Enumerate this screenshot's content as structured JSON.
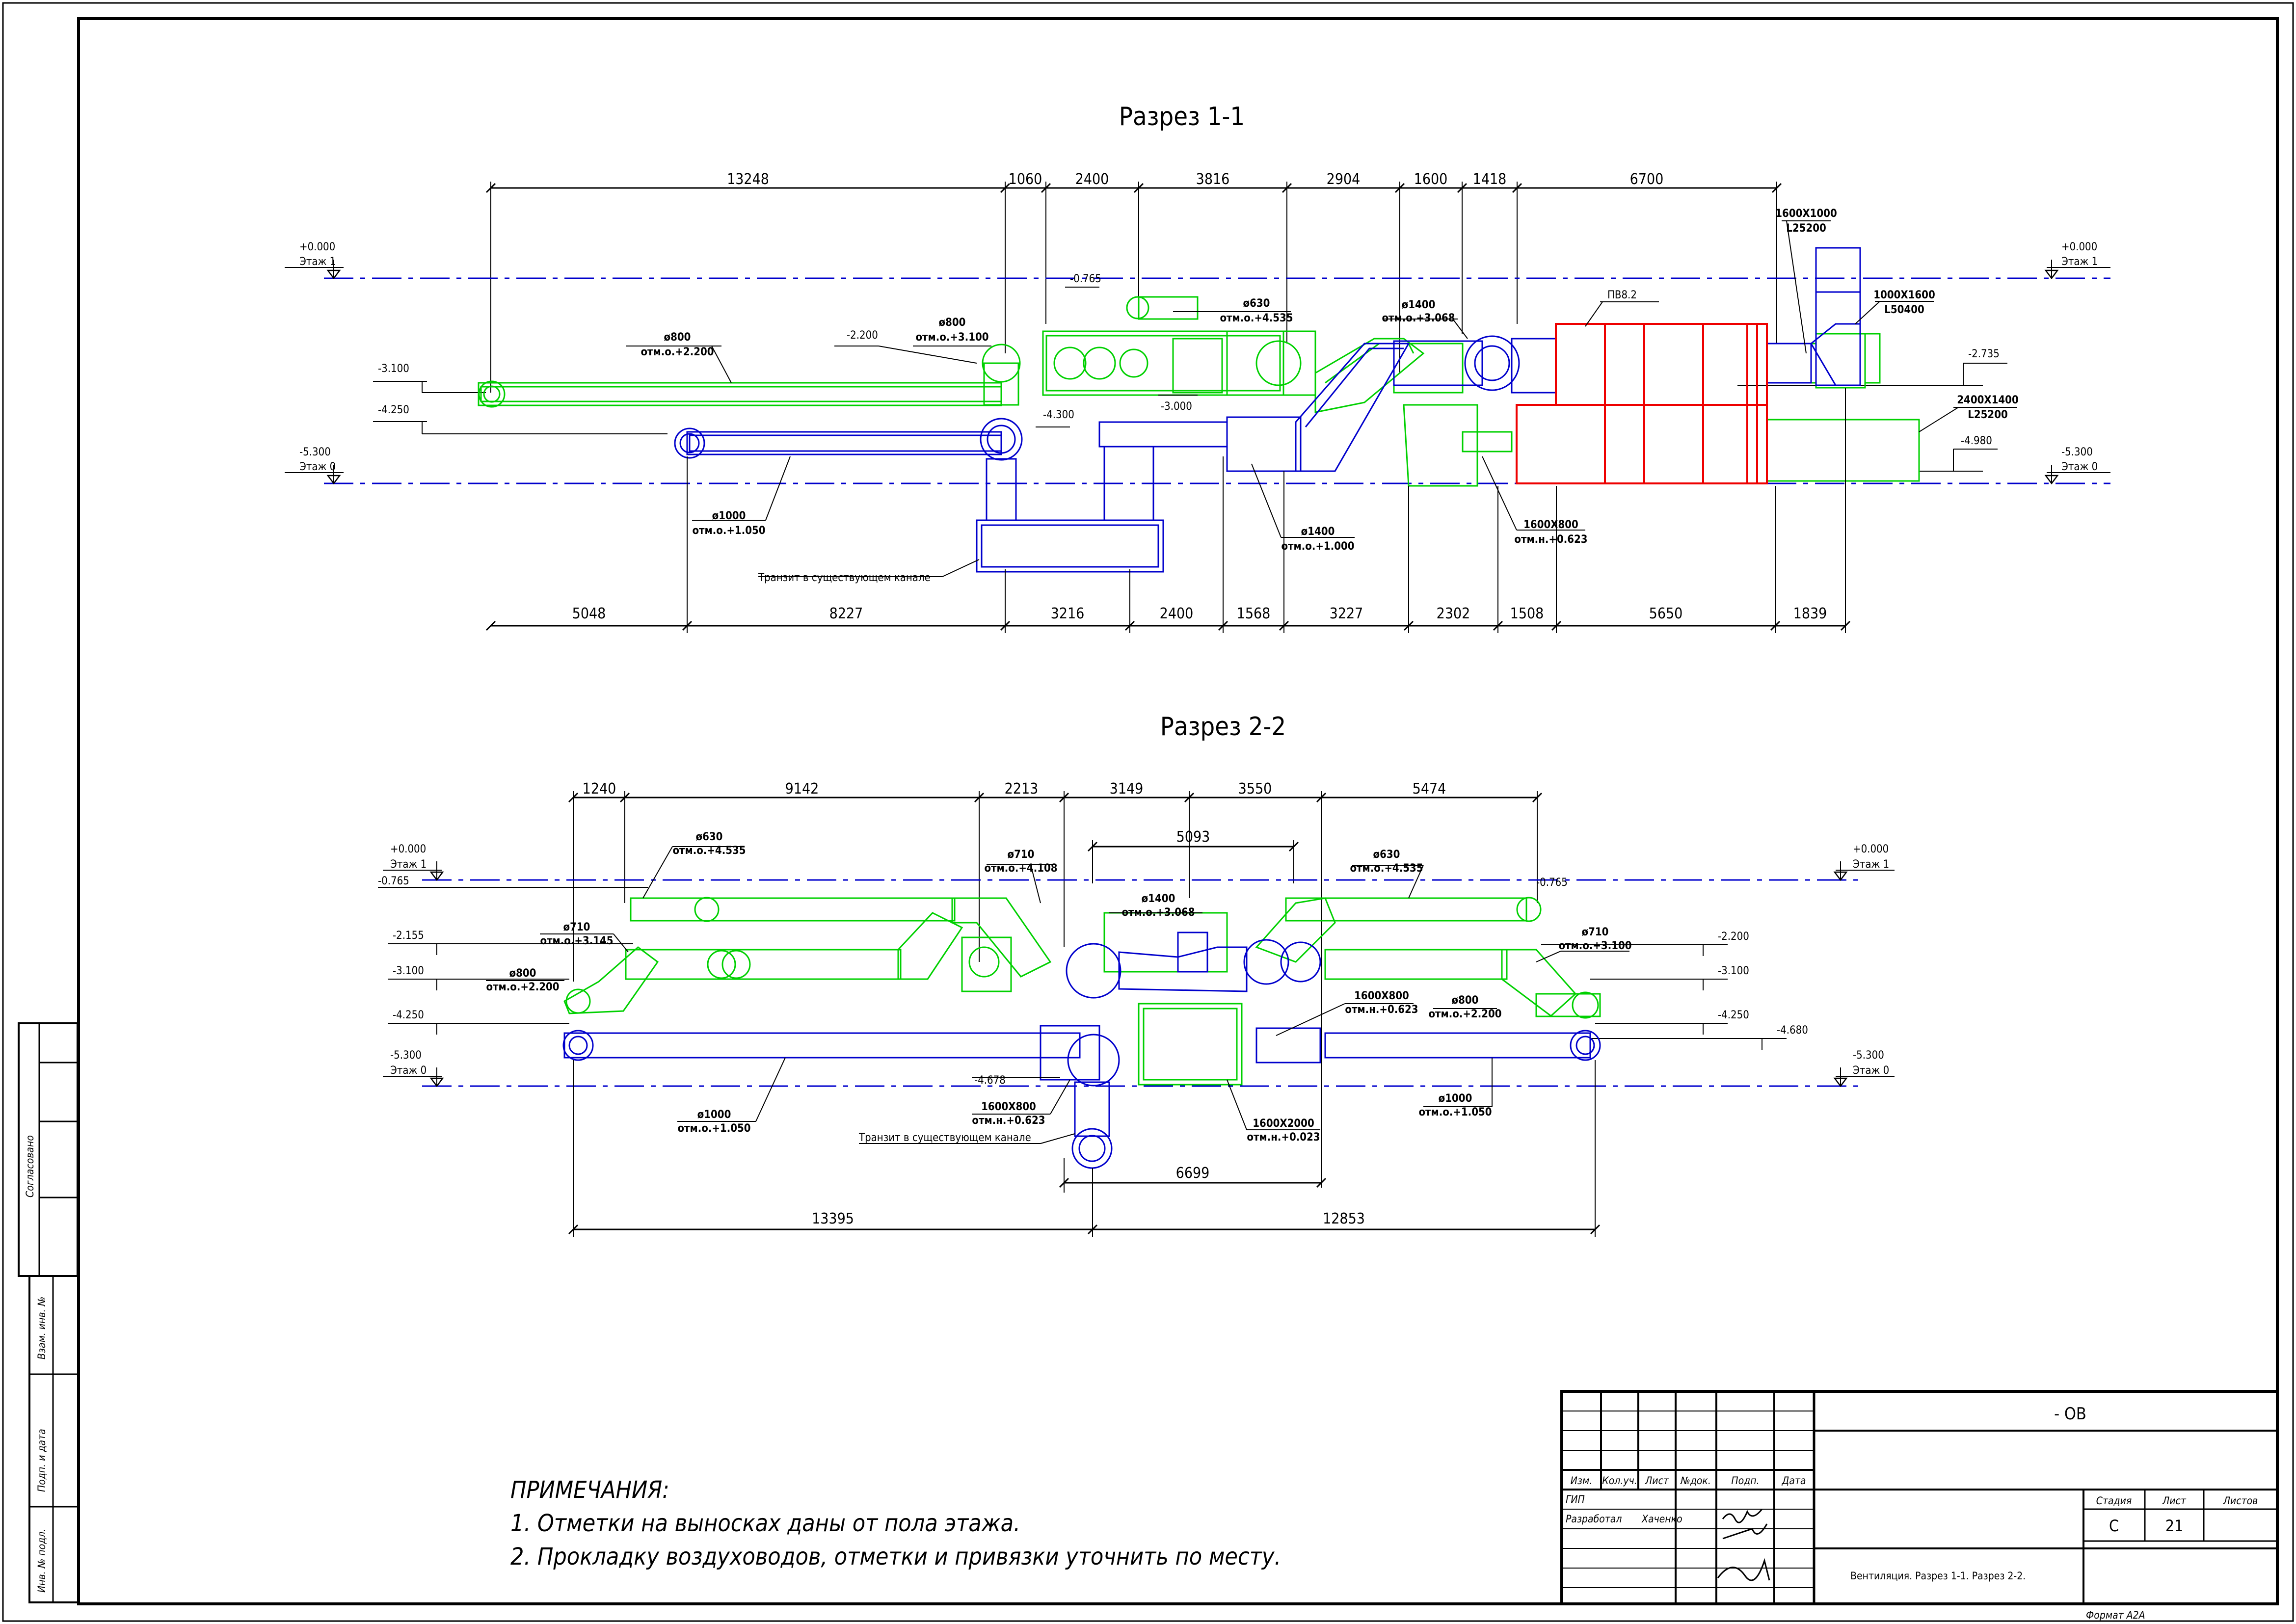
{
  "section1": {
    "title": "Разрез 1-1",
    "dims_top": [
      "13248",
      "1060",
      "2400",
      "3816",
      "2904",
      "1600",
      "1418",
      "6700"
    ],
    "dims_bottom": [
      "5048",
      "8227",
      "3216",
      "2400",
      "1568",
      "3227",
      "2302",
      "1508",
      "5650",
      "1839"
    ],
    "levels": {
      "floor1_mark": "+0.000",
      "floor1_name": "Этаж 1",
      "floor0_mark": "-5.300",
      "floor0_name": "Этаж 0",
      "l_3100": "-3.100",
      "l_4250": "-4.250",
      "l_2200": "-2.200",
      "l_0765": "-0.765",
      "l_3000": "-3.000",
      "l_4300": "-4.300",
      "l_2735": "-2.735",
      "l_4980": "-4.980"
    },
    "callouts": {
      "d800a_1": "ø800",
      "d800a_2": "отм.о.+2.200",
      "d800b_1": "ø800",
      "d800b_2": "отм.о.+3.100",
      "d630_1": "ø630",
      "d630_2": "отм.о.+4.535",
      "d1400a_1": "ø1400",
      "d1400a_2": "отм.о.+3.068",
      "pv": "ПВ8.2",
      "r1600x1000_1": "1600X1000",
      "r1600x1000_2": "L25200",
      "r1000x1600_1": "1000X1600",
      "r1000x1600_2": "L50400",
      "r2400x1400_1": "2400X1400",
      "r2400x1400_2": "L25200",
      "d1000_1": "ø1000",
      "d1000_2": "отм.о.+1.050",
      "d1400b_1": "ø1400",
      "d1400b_2": "отм.о.+1.000",
      "r1600x800_1": "1600X800",
      "r1600x800_2": "отм.н.+0.623",
      "transit": "Транзит в существующем канале"
    }
  },
  "section2": {
    "title": "Разрез 2-2",
    "dims_top": [
      "1240",
      "9142",
      "2213",
      "3149",
      "3550",
      "5474"
    ],
    "dim_mid": "5093",
    "dim_lower": "6699",
    "dims_bottom": [
      "13395",
      "12853"
    ],
    "levels": {
      "floor1_mark": "+0.000",
      "floor1_name": "Этаж 1",
      "floor0_mark": "-5.300",
      "floor0_name": "Этаж 0",
      "l_0765": "-0.765",
      "l_2155": "-2.155",
      "l_3100": "-3.100",
      "l_4250": "-4.250",
      "l_4678": "-4.678",
      "l_2200": "-2.200",
      "l_4680": "-4.680"
    },
    "callouts": {
      "d630a_1": "ø630",
      "d630a_2": "отм.о.+4.535",
      "d710a_1": "ø710",
      "d710a_2": "отм.о.+4.108",
      "d710b_1": "ø710",
      "d710b_2": "отм.о.+3.145",
      "d800a_1": "ø800",
      "d800a_2": "отм.о.+2.200",
      "d1400_1": "ø1400",
      "d1400_2": "отм.о.+3.068",
      "d630b_1": "ø630",
      "d630b_2": "отм.о.+4.535",
      "d710c_1": "ø710",
      "d710c_2": "отм.о.+3.100",
      "r1600x800a_1": "1600X800",
      "r1600x800a_2": "отм.н.+0.623",
      "d800b_1": "ø800",
      "d800b_2": "отм.о.+2.200",
      "d1000a_1": "ø1000",
      "d1000a_2": "отм.о.+1.050",
      "r1600x800b_1": "1600X800",
      "r1600x800b_2": "отм.н.+0.623",
      "r1600x2000_1": "1600X2000",
      "r1600x2000_2": "отм.н.+0.023",
      "d1000b_1": "ø1000",
      "d1000b_2": "отм.о.+1.050",
      "transit": "Транзит в существующем канале"
    }
  },
  "notes": {
    "heading": "ПРИМЕЧАНИЯ:",
    "line1": "1. Отметки на выносках даны от пола этажа.",
    "line2": "2. Прокладку воздуховодов, отметки и привязки уточнить по месту."
  },
  "side_stamp": {
    "agreed": "Согласовано",
    "vzam": "Взам. инв. №",
    "sign_date": "Подп. и дата",
    "inv_orig": "Инв. № подл."
  },
  "title_block": {
    "code": "- ОВ",
    "col_headers": [
      "Изм.",
      "Кол.уч.",
      "Лист",
      "№док.",
      "Подп.",
      "Дата"
    ],
    "row_gip": "ГИП",
    "row_dev": "Разработал",
    "dev_name": "Хаченко",
    "stage_label": "Стадия",
    "sheet_label": "Лист",
    "sheets_label": "Листов",
    "stage": "С",
    "sheet": "21",
    "sheets": "",
    "drawing_title": "Вентиляция. Разрез 1-1. Разрез 2-2.",
    "format": "Формат А2А"
  },
  "colors": {
    "existing_duct": "#00d000",
    "new_duct": "#0000cc",
    "unit": "#ee0000",
    "ink": "#000000"
  }
}
